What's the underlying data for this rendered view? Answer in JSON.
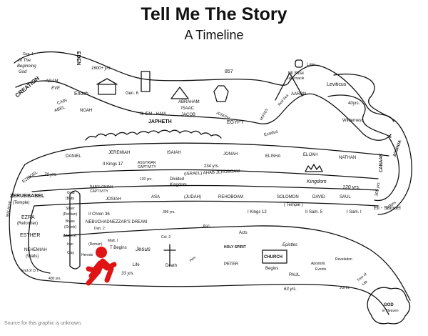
{
  "header": {
    "title": "Tell Me The Story",
    "subtitle": "A Timeline"
  },
  "top_path": {
    "gen1": "Gen. 1-",
    "in_the": "In The",
    "beginning": "Beginning",
    "god": "God",
    "creation": "CREATION",
    "adam": "ADAM",
    "eve": "EVE",
    "eden": "EDEN",
    "yrs1600": "1600+ yrs.",
    "cain": "CAIN",
    "abel": "ABEL",
    "enoch": "Enoch",
    "noah": "NOAH",
    "gen6": "Gen. 6",
    "shem_ham": "SHEM - HAM",
    "japheth": "JAPHETH",
    "abraham": "ABRAHAM",
    "isaac": "ISAAC",
    "jacob": "JACOB",
    "n857": "857",
    "joseph": "JOSEPH",
    "egypt": "EGYPT",
    "moses": "MOSES",
    "red_sea": "Red Sea",
    "mt_sinai": "Mt Sinai",
    "tabernacle": "Tabernacle",
    "aaron": "AARON",
    "law": "Law",
    "leviticus": "Leviticus",
    "yrs40": "40yrs.",
    "wilderness": "Wilderness",
    "exodus": "Exodus"
  },
  "right_side": {
    "canaan": "CANAAN",
    "joshua": "JOSHUA",
    "yrs305": "305 yrs",
    "judges": "Judges"
  },
  "prophets_band": {
    "ezekiel": "EZEKIEL",
    "daniel": "DANIEL",
    "jeremiah": "JEREMIAH",
    "isaiah": "ISAIAH",
    "jonah": "JONAH",
    "elisha": "ELISHA",
    "elijah": "ELIJAH",
    "nathan": "NATHAN"
  },
  "kingdom_band": {
    "kings17": "II Kings 17",
    "assyrian": "ASSYRIAN",
    "captivity": "CAPTIVITY",
    "yrs234": "234 yrs.",
    "israel_ahab": "(ISRAEL) AHAB JEROBOAM",
    "yrs70": "70 yrs.",
    "yrs120a": "120 yrs.",
    "divided": "Divided",
    "kingdom_small": "Kingdom",
    "kingdom": "Kingdom",
    "yrs120": "120 yrs.",
    "babylonian": "BABYLONIAN",
    "captivity2": "CAPTIVITY",
    "josiah": "JOSIAH",
    "asa": "ASA",
    "judah": "(JUDAH)",
    "rehoboam": "REHOBOAM",
    "solomon": "SOLOMON",
    "david": "DAVID",
    "saul": "SAUL",
    "eli_samuel": "Eli - Samuel",
    "temple": "( Temple )",
    "chron36": "II Chron 36",
    "yrs399": "399 yrs.",
    "kings12": "I Kings 12",
    "sam5": "II Sam. 5",
    "sam1": "I Sam. I"
  },
  "left_side": {
    "malachi": "MALACHI",
    "zerubbabel": "ZERUBBABEL",
    "temple_z": "(Temple)",
    "ezra": "EZRA",
    "reformer": "(Reformer)",
    "esther": "ESTHER",
    "nehemiah": "NEHEMIAH",
    "walls": "(Walls)",
    "end_ot": "End of O.T.",
    "gold": "Gold",
    "bab": "(Bab)",
    "silver": "Silver",
    "persian": "(Persian)",
    "brass": "Brass",
    "greek": "(Greek)",
    "macc": "(Macc's)",
    "iron": "Iron",
    "roman": "(Roman)",
    "clay": "Clay",
    "herods": "Herods",
    "yrs400": "400 yrs."
  },
  "new_testament": {
    "neb_dream": "NEBUCHADNEZZAR'S DREAM",
    "dan2": "Dan. 2",
    "matt1": "Matt. I",
    "t_begins": "T Begins",
    "jesus": "Jesus",
    "col2": "Col. 2",
    "life": "Life",
    "death": "Death",
    "res": "Res.",
    "yrs33": "33 yrs.",
    "asc": "Asc.",
    "holy_spirit": "HOLY SPIRIT",
    "acts": "Acts",
    "church": "CHURCH",
    "begins": "Begins",
    "peter": "PETER",
    "paul": "PAUL",
    "epistles": "Epistles",
    "apostolic": "Apostolic",
    "events": "Events",
    "revelation": "Revelation",
    "tree_of": "Tree of",
    "life_tree": "Life",
    "john": "JOHN",
    "yrs63": "63 yrs.",
    "god": "GOD",
    "in_heaven": "in Heaven"
  },
  "footer": {
    "source": "Source for this graphic is unknown."
  },
  "colors": {
    "walker": "#e01414",
    "ink": "#111111"
  }
}
